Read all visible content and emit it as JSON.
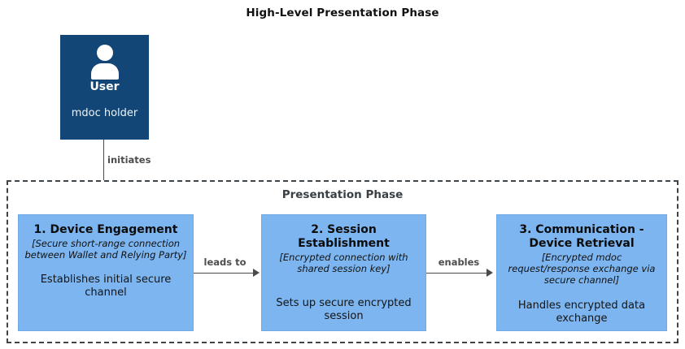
{
  "diagram": {
    "title": "High-Level Presentation Phase",
    "actor": {
      "icon": "user-person-icon",
      "name": "User",
      "role": "mdoc holder",
      "fill_color": "#124676",
      "text_color": "#ffffff"
    },
    "connectors": [
      {
        "id": "initiates",
        "label": "initiates",
        "from": "User",
        "to": "Presentation Phase",
        "orientation": "vertical"
      },
      {
        "id": "leads-to",
        "label": "leads to",
        "from": "1. Device Engagement",
        "to": "2. Session Establishment",
        "orientation": "horizontal"
      },
      {
        "id": "enables",
        "label": "enables",
        "from": "2. Session Establishment",
        "to": "3. Communication - Device Retrieval",
        "orientation": "horizontal"
      }
    ],
    "phase": {
      "title": "Presentation Phase",
      "border_style": "dashed",
      "border_color": "#3f4448",
      "steps": [
        {
          "title": "1. Device Engagement",
          "detail": "[Secure short-range connection between Wallet and Relying Party]",
          "description": "Establishes initial secure channel",
          "fill_color": "#7cb5ef"
        },
        {
          "title": "2. Session Establishment",
          "detail": "[Encrypted connection with shared session key]",
          "description": "Sets up secure encrypted session",
          "fill_color": "#7cb5ef"
        },
        {
          "title": "3. Communication - Device Retrieval",
          "detail": "[Encrypted mdoc request/response exchange via secure channel]",
          "description": "Handles encrypted data exchange",
          "fill_color": "#7cb5ef"
        }
      ]
    }
  }
}
